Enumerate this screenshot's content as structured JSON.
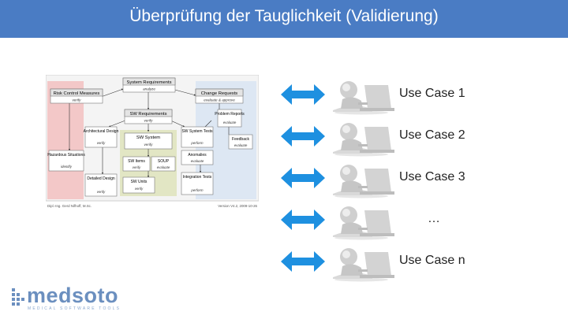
{
  "title": "Überprüfung der Tauglichkeit (Validierung)",
  "diagram": {
    "boxes": {
      "sys_req": {
        "label": "System Requirements",
        "sub": "analyze"
      },
      "risk": {
        "label": "Risk Control Measures",
        "sub": "verify"
      },
      "change": {
        "label": "Change Requests",
        "sub": "evaluate & approve"
      },
      "sw_req": {
        "label": "SW Requirements",
        "sub": "verify"
      },
      "problem": {
        "label": "Problem Reports",
        "sub": "evaluate"
      },
      "arch": {
        "label": "Architectural Design",
        "sub": "verify"
      },
      "sw_system": {
        "label": "SW System",
        "sub": "verify"
      },
      "sw_sys_tests": {
        "label": "SW System Tests",
        "sub": "perform"
      },
      "feedback": {
        "label": "Feedback",
        "sub": "evaluate"
      },
      "hazard": {
        "label": "Hazardous Situations",
        "sub": "identify"
      },
      "sw_items": {
        "label": "SW Items",
        "sub": "verify"
      },
      "soup": {
        "label": "SOUP",
        "sub": "evaluate"
      },
      "anomalies": {
        "label": "Anomalies",
        "sub": "evaluate"
      },
      "detailed": {
        "label": "Detailed Design",
        "sub": "verify"
      },
      "sw_units": {
        "label": "SW Units",
        "sub": "verify"
      },
      "integration": {
        "label": "Integration Tests",
        "sub": "perform"
      }
    },
    "footer_left": "Dipl.-Ing. Gerd Nifhoff, M.Sc.",
    "footer_right": "Version V4.2, 2009-10-26"
  },
  "use_cases": [
    {
      "label": "Use Case 1"
    },
    {
      "label": "Use Case 2"
    },
    {
      "label": "Use Case 3"
    },
    {
      "label": "…"
    },
    {
      "label": "Use Case n"
    }
  ],
  "logo": {
    "text": "medsoto",
    "subtitle": "MEDICAL SOFTWARE TOOLS"
  },
  "colors": {
    "title_bar": "#4a7cc4",
    "arrow": "#1e90e0",
    "logo": "#6b8fbf"
  }
}
